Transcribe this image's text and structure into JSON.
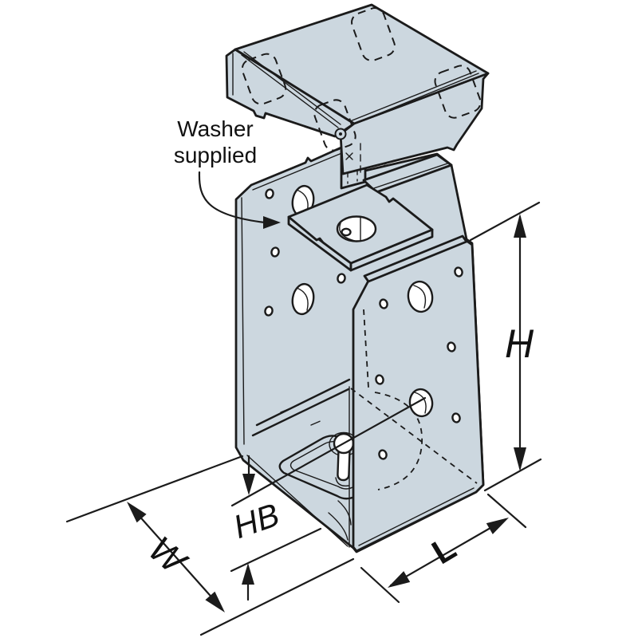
{
  "diagram": {
    "colors": {
      "metal": "#ccd7df",
      "outline": "#1b1b1b",
      "background": "#ffffff",
      "text": "#111111"
    },
    "annotations": {
      "washer_note": "Washer\nsupplied"
    },
    "dimension_labels": {
      "h": "H",
      "hb": "HB",
      "w": "W",
      "l": "L"
    }
  }
}
